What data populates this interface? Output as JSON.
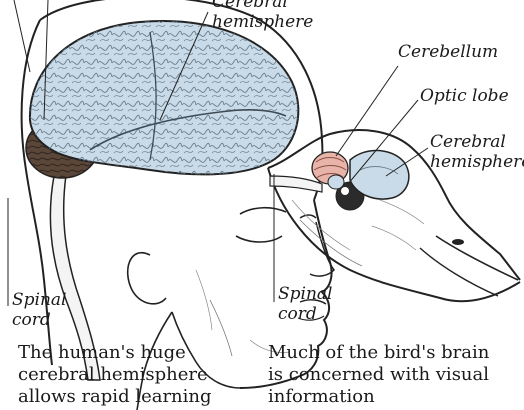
{
  "human": {
    "label_cerebral": "Cerebral",
    "label_hemisphere": "hemisphere",
    "label_spinal": "Spinal",
    "label_cord": "cord",
    "caption_lines": [
      "The human's huge",
      "cerebral hemisphere",
      "allows rapid learning"
    ]
  },
  "bird": {
    "label_cerebellum": "Cerebellum",
    "label_optic_lobe": "Optic lobe",
    "label_cerebral": "Cerebral",
    "label_hemisphere": "hemisphere",
    "label_spinal": "Spinal",
    "label_cord": "cord",
    "caption_lines": [
      "Much of the bird's brain",
      "is concerned with visual",
      "information"
    ]
  },
  "colors": {
    "brain_blue": "#c9dbe8",
    "cerebellum_pink": "#e8b3a8",
    "cerebellum_dark": "#4a3a30",
    "line": "#222222"
  }
}
